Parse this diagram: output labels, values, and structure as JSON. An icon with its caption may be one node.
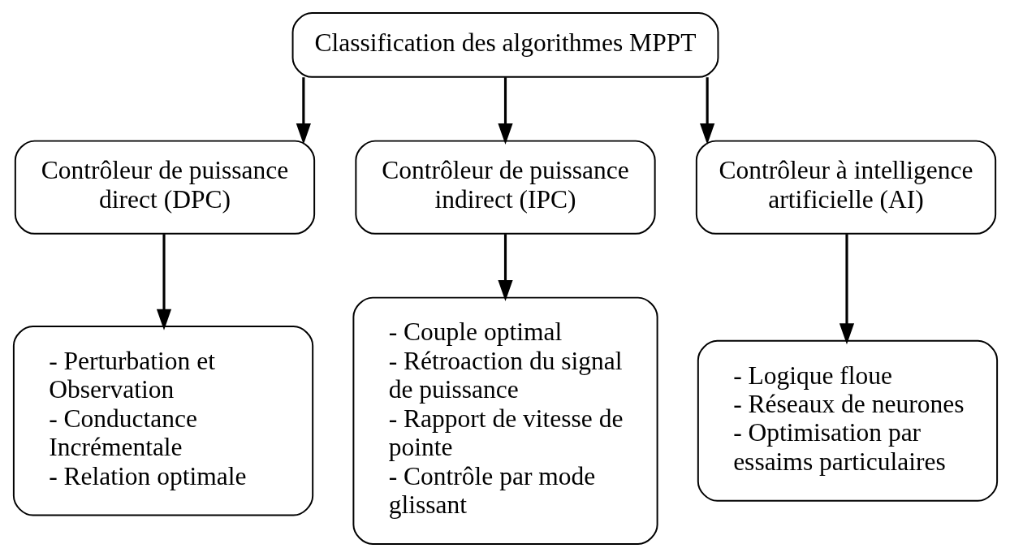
{
  "diagram": {
    "nodes": [
      {
        "text": [
          "Classification des algorithmes MPPT"
        ]
      },
      {
        "text": [
          "Contrôleur de puissance direct (DPC)"
        ]
      },
      {
        "text": [
          "Contrôleur de puissance indirect (IPC)"
        ]
      },
      {
        "text": [
          "Contrôleur à intelligence artificielle (AI)"
        ]
      },
      {
        "text": [
          "- Perturbation et Observation",
          "- Conductance Incrémentale",
          "- Relation optimale"
        ]
      },
      {
        "text": [
          "- Couple optimal",
          "- Rétroaction du signal de puissance",
          "- Rapport de vitesse de pointe",
          "- Contrôle par mode glissant"
        ]
      },
      {
        "text": [
          "- Logique floue",
          "- Réseaux de neurones",
          "- Optimisation par essaims particulaires"
        ]
      }
    ],
    "edges": [
      {
        "from": 0,
        "to": 1,
        "arrow": "to"
      },
      {
        "from": 0,
        "to": 2,
        "arrow": "to"
      },
      {
        "from": 0,
        "to": 3,
        "arrow": "to"
      },
      {
        "from": 1,
        "to": 4,
        "arrow": "to"
      },
      {
        "from": 2,
        "to": 5,
        "arrow": "to"
      },
      {
        "from": 3,
        "to": 6,
        "arrow": "to"
      }
    ]
  }
}
